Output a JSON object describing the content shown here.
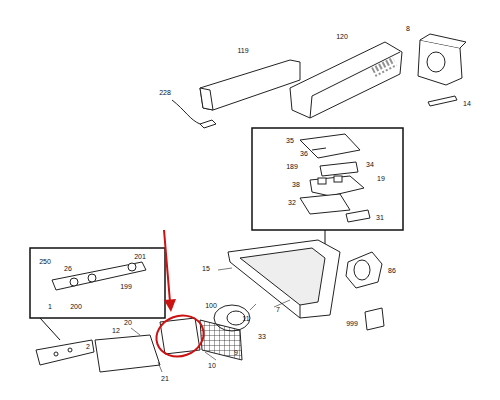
{
  "diagram": {
    "labels": [
      "8",
      "120",
      "119",
      "228",
      "14",
      "35",
      "36",
      "189",
      "34",
      "19",
      "38",
      "32",
      "31",
      "250",
      "201",
      "26",
      "15",
      "86",
      "199",
      "7",
      "1",
      "200",
      "100",
      "11",
      "20",
      "999",
      "12",
      "33",
      "2",
      "9",
      "10",
      "21"
    ]
  }
}
